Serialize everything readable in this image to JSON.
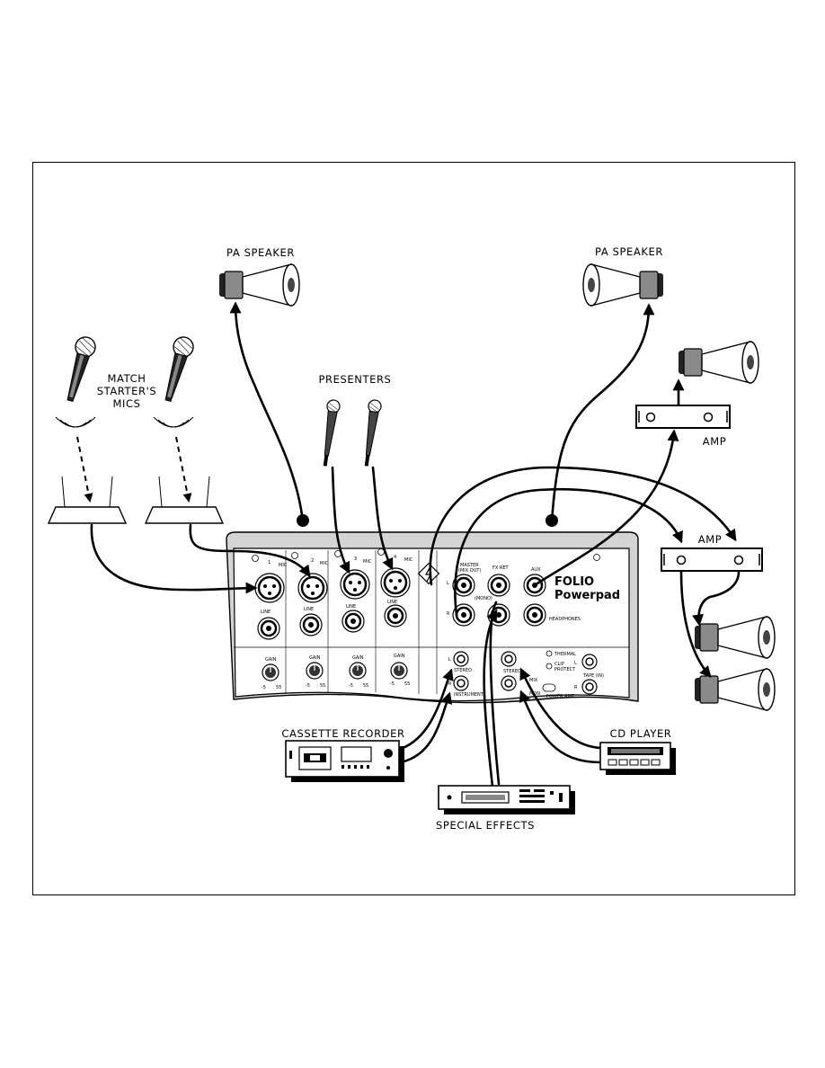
{
  "labels": {
    "pa_speaker_left": "PA SPEAKER",
    "pa_speaker_right": "PA SPEAKER",
    "match_mics": [
      "MATCH",
      "STARTER'S",
      "MICS"
    ],
    "presenters": "PRESENTERS",
    "amp_top": "AMP",
    "amp_mid": "AMP",
    "cassette": "CASSETTE RECORDER",
    "cd_player": "CD PLAYER",
    "special_effects": "SPECIAL EFFECTS"
  },
  "mixer": {
    "brand_1": "FOLIO",
    "brand_2": "Powerpad",
    "channels": [
      "1",
      "2",
      "3",
      "4"
    ],
    "mic_label": "MIC",
    "line_label": "LINE",
    "gain_label": "GAIN",
    "gain_min": "-5",
    "gain_max": "55",
    "master_label": [
      "MASTER",
      "(MIX OUT)"
    ],
    "fx_ret_label": "FX RET",
    "aux_label": "AUX",
    "mono_label": "(MONO)",
    "headphones_label": "HEADPHONES",
    "thermal_label": "THERMAL",
    "clip_label": [
      "CLIP",
      "PROTECT"
    ],
    "stereo_label": "STEREO",
    "instrument_label": "INSTRUMENT",
    "tape_in_label": "TAPE (IN)",
    "power_amp_label": "POWER AMP",
    "mon_label": "MON",
    "mix_label": "MIX",
    "l_label": "L",
    "r_label": "R"
  }
}
